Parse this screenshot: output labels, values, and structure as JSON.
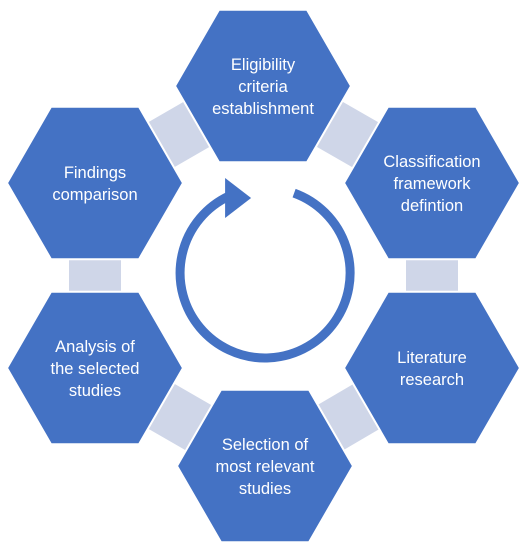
{
  "colors": {
    "hex_fill": "#4472C4",
    "hex_stroke": "#ffffff",
    "connector_fill": "#CFD6E8",
    "cycle_arrow": "#4472C4",
    "text": "#ffffff",
    "background": "#ffffff"
  },
  "steps": [
    {
      "lines": [
        "Eligibility",
        "criteria",
        "establishment"
      ]
    },
    {
      "lines": [
        "Classification",
        "framework",
        "defintion"
      ]
    },
    {
      "lines": [
        "Literature",
        "research"
      ]
    },
    {
      "lines": [
        "Selection of",
        "most relevant",
        "studies"
      ]
    },
    {
      "lines": [
        "Analysis of",
        "the selected",
        "studies"
      ]
    },
    {
      "lines": [
        "Findings",
        "comparison"
      ]
    }
  ],
  "center_icon": "circular-arrow-icon"
}
